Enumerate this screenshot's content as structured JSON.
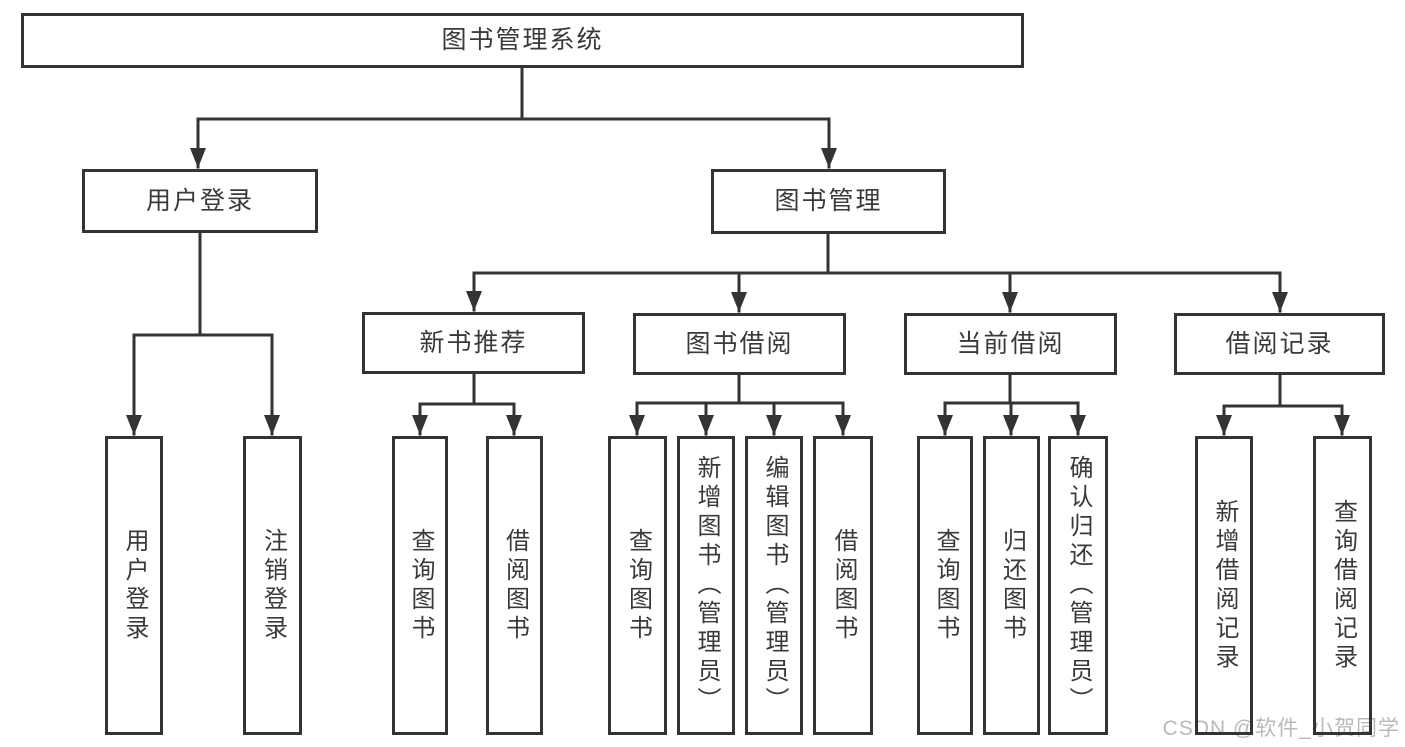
{
  "diagram_title": "图书管理系统",
  "tree": {
    "root": {
      "label": "图书管理系统",
      "children": [
        {
          "label": "用户登录",
          "children": [
            {
              "label": "用户登录"
            },
            {
              "label": "注销登录"
            }
          ]
        },
        {
          "label": "图书管理",
          "children": [
            {
              "label": "新书推荐",
              "children": [
                {
                  "label": "查询图书"
                },
                {
                  "label": "借阅图书"
                }
              ]
            },
            {
              "label": "图书借阅",
              "children": [
                {
                  "label": "查询图书"
                },
                {
                  "label": "新增图书（管理员）"
                },
                {
                  "label": "编辑图书（管理员）"
                },
                {
                  "label": "借阅图书"
                }
              ]
            },
            {
              "label": "当前借阅",
              "children": [
                {
                  "label": "查询图书"
                },
                {
                  "label": "归还图书"
                },
                {
                  "label": "确认归还（管理员）"
                }
              ]
            },
            {
              "label": "借阅记录",
              "children": [
                {
                  "label": "新增借阅记录"
                },
                {
                  "label": "查询借阅记录"
                }
              ]
            }
          ]
        }
      ]
    }
  },
  "watermark": "CSDN @软件_小贺同学",
  "colors": {
    "line": "#333333",
    "text": "#3a3a3a",
    "watermark": "#b9b9b9",
    "background": "#ffffff"
  }
}
